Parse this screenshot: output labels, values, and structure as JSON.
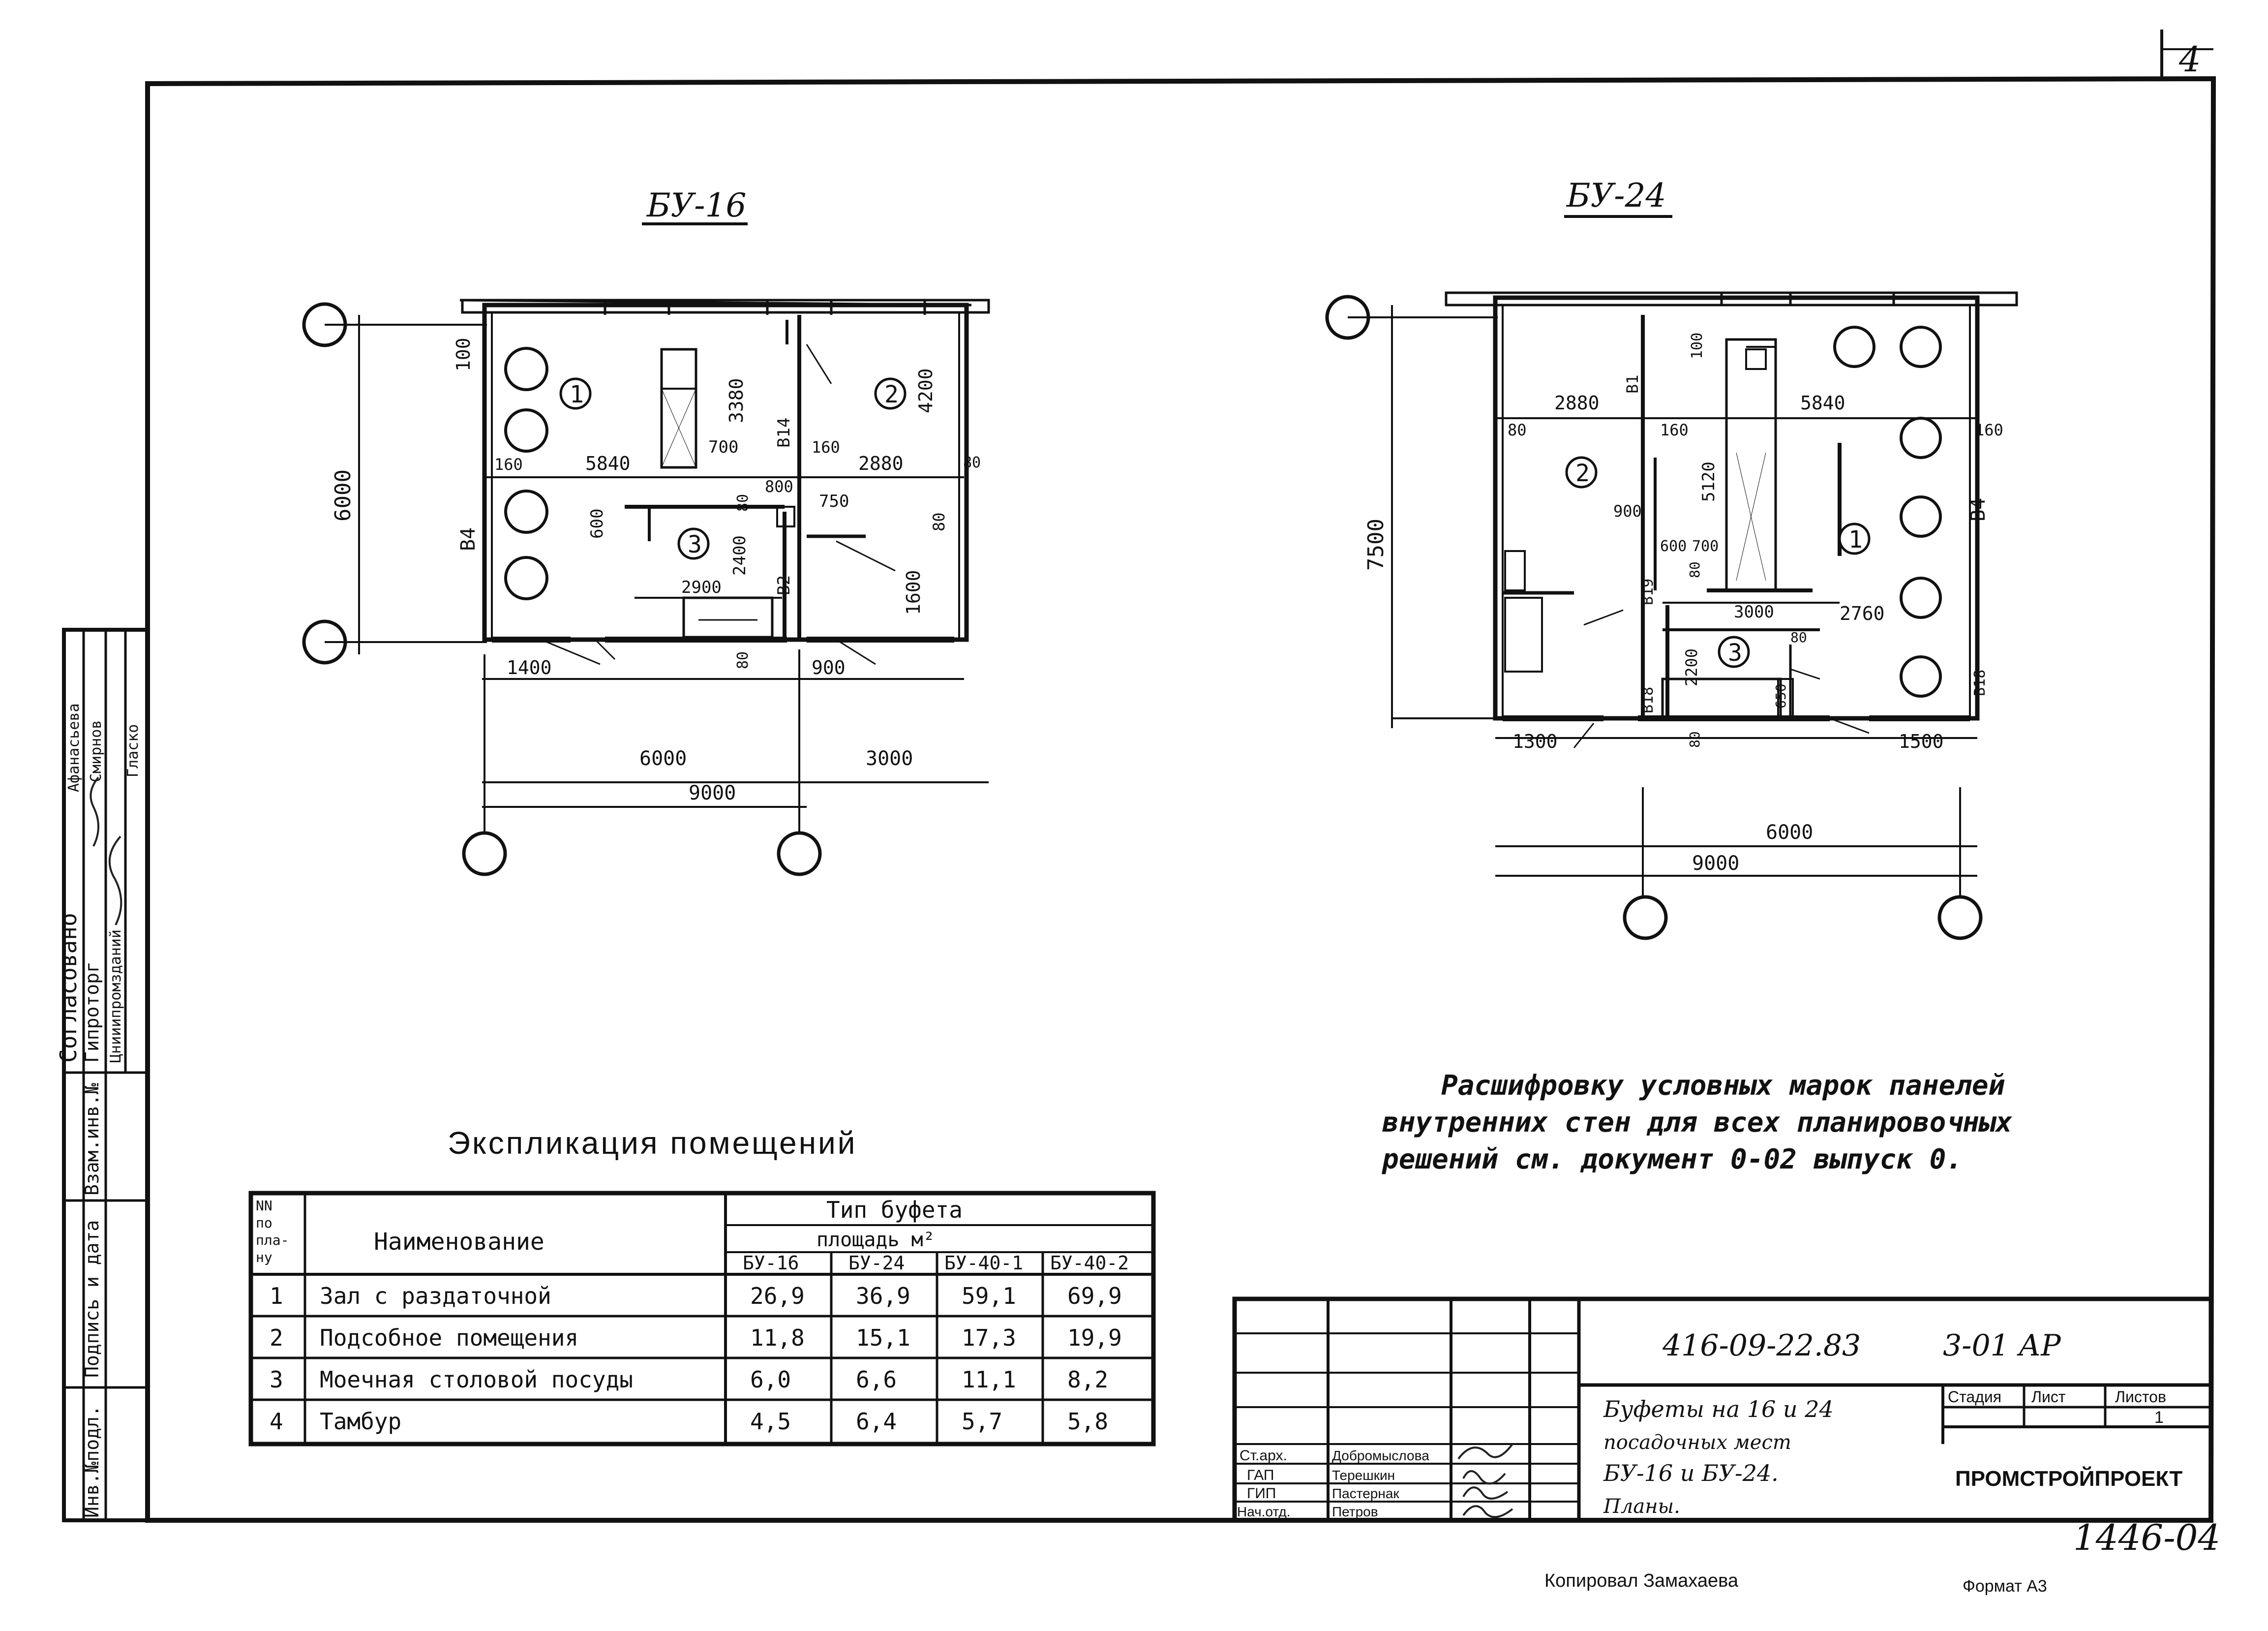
{
  "sheet_number": "4",
  "plans": {
    "bu16": {
      "title": "БУ-16",
      "dims": {
        "d6000v": "6000",
        "d100": "100",
        "d3380": "3380",
        "d4200": "4200",
        "d160l": "160",
        "d5840": "5840",
        "d700": "700",
        "dB14": "B14",
        "d160m": "160",
        "d2880": "2880",
        "d80r": "80",
        "d800": "800",
        "d80a": "80",
        "d750": "750",
        "d600": "600",
        "d2400": "2400",
        "dB4": "B4",
        "d80b": "80",
        "d1600": "1600",
        "dB2": "B2",
        "d2900": "2900",
        "d1400": "1400",
        "d80c": "80",
        "d900": "900",
        "d6000h": "6000",
        "d3000": "3000",
        "d9000": "9000"
      },
      "rooms": [
        "1",
        "2",
        "3"
      ]
    },
    "bu24": {
      "title": "БУ-24",
      "dims": {
        "d7500": "7500",
        "d100": "100",
        "dB1": "B1",
        "d2880": "2880",
        "d5840": "5840",
        "d80l": "80",
        "d160a": "160",
        "d160r": "160",
        "d5120": "5120",
        "d900": "900",
        "dB4": "B4",
        "d600": "600",
        "d700": "700",
        "dB19": "B19",
        "d80a": "80",
        "d3000": "3000",
        "d2760": "2760",
        "d80b": "80",
        "d2200": "2200",
        "d650": "650",
        "dB18": "B18",
        "dB18b": "B18",
        "d1300": "1300",
        "d80c": "80",
        "d1500": "1500",
        "d6000": "6000",
        "d9000": "9000"
      },
      "rooms": [
        "2",
        "1",
        "3"
      ]
    }
  },
  "note": {
    "lines": [
      "Расшифровку условных марок панелей",
      "внутренних стен для всех планировочных",
      "решений см. документ 0-02 выпуск 0."
    ]
  },
  "explication": {
    "title": "Экспликация помещений",
    "head_num": [
      "NN",
      "по",
      "пла-",
      "ну"
    ],
    "head_name": "Наименование",
    "head_type": "Тип буфета",
    "head_area": "площадь м²",
    "columns": [
      "БУ-16",
      "БУ-24",
      "БУ-40-1",
      "БУ-40-2"
    ],
    "rows": [
      {
        "n": "1",
        "name": "Зал с раздаточной",
        "v": [
          "26,9",
          "36,9",
          "59,1",
          "69,9"
        ]
      },
      {
        "n": "2",
        "name": "Подсобное помещения",
        "v": [
          "11,8",
          "15,1",
          "17,3",
          "19,9"
        ]
      },
      {
        "n": "3",
        "name": "Моечная столовой посуды",
        "v": [
          "6,0",
          "6,6",
          "11,1",
          "8,2"
        ]
      },
      {
        "n": "4",
        "name": "Тамбур",
        "v": [
          "4,5",
          "6,4",
          "5,7",
          "5,8"
        ]
      }
    ]
  },
  "side_stamp": {
    "agreed": "Согласовано",
    "org1": "Гипроторг",
    "org2": "Цнииипромзданий",
    "people": [
      "Афанасьева",
      "Смирнов",
      "Гласко"
    ],
    "inv_ref": "Взам.инв.№",
    "sign_date": "Подпись и дата",
    "inv_orig": "Инв.№подл."
  },
  "title_block": {
    "code": "416-09-22.83",
    "sheet_code": "3-01 АР",
    "description": [
      "Буфеты на 16 и 24",
      "посадочных мест",
      "БУ-16 и БУ-24.",
      "Планы."
    ],
    "stage_label": "Стадия",
    "sheet_label": "Лист",
    "sheets_label": "Листов",
    "sheets_value": "1",
    "org": "ПРОМСТРОЙПРОЕКТ",
    "people": [
      {
        "role": "Ст.арх.",
        "name": "Добромыслова"
      },
      {
        "role": "ГАП",
        "name": "Терешкин"
      },
      {
        "role": "ГИП",
        "name": "Пастернак"
      },
      {
        "role": "Нач.отд.",
        "name": "Петров"
      }
    ]
  },
  "archive_number": "1446-04",
  "copied_by": "Копировал Замахаева",
  "format": "Формат А3"
}
